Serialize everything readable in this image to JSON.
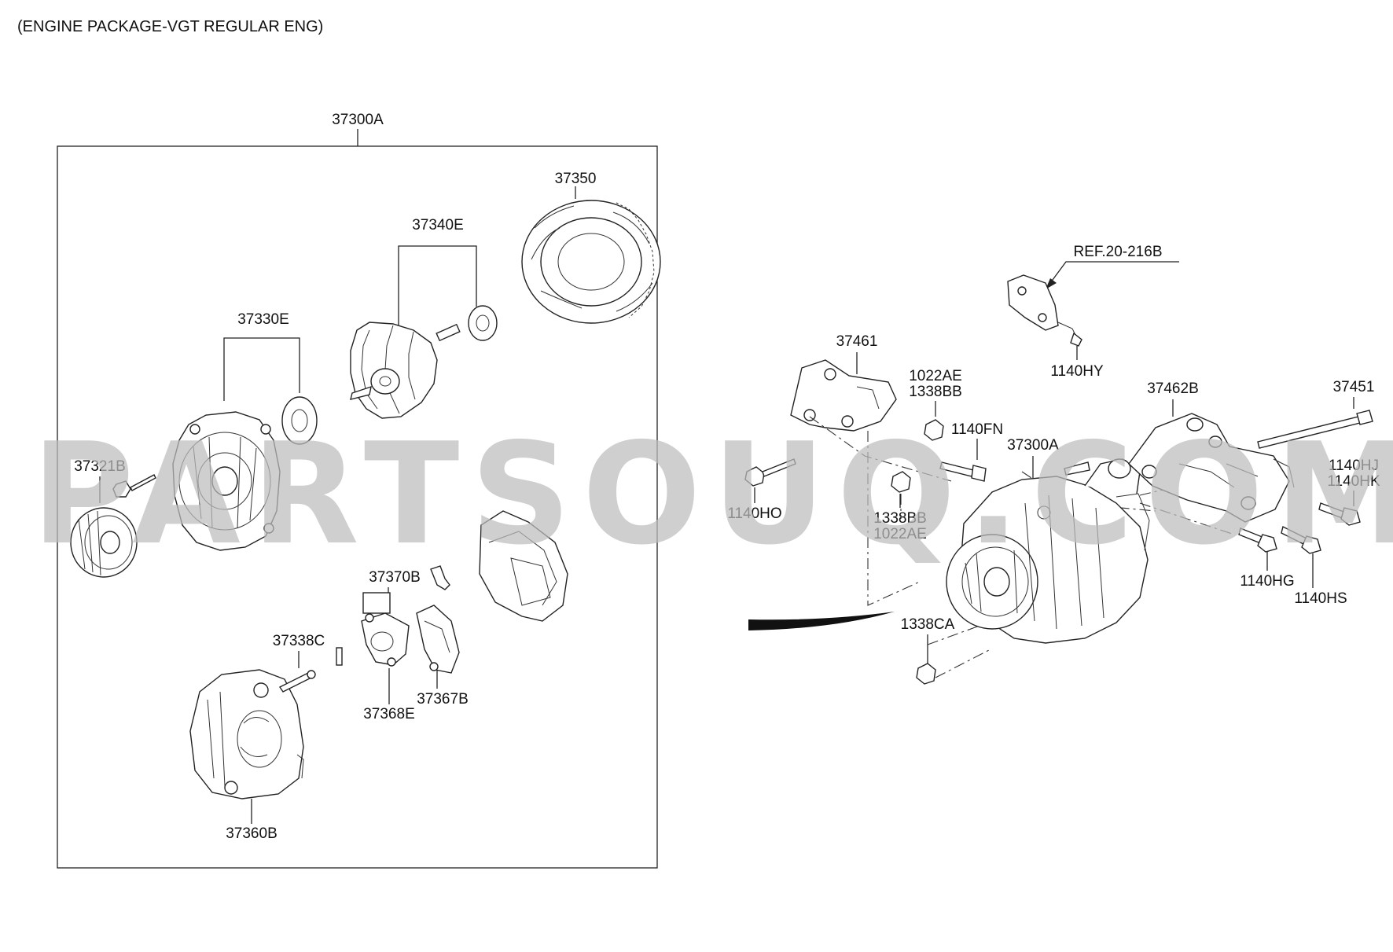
{
  "header": {
    "title": "(ENGINE PACKAGE-VGT REGULAR ENG)"
  },
  "watermark": {
    "text": "PARTSOUQ.COM",
    "color": "#bdbdbd"
  },
  "box": {
    "label": "37300A"
  },
  "callouts": {
    "p37350": "37350",
    "p37340E": "37340E",
    "p37330E": "37330E",
    "p37321B": "37321B",
    "p37370B": "37370B",
    "p37338C": "37338C",
    "p37367B": "37367B",
    "p37368E": "37368E",
    "p37360B": "37360B",
    "ref": "REF.20-216B",
    "p1140HY": "1140HY",
    "p37461": "37461",
    "p1022AE_a": "1022AE",
    "p1338BB_a": "1338BB",
    "p1140FN": "1140FN",
    "p37462B": "37462B",
    "p37451": "37451",
    "p37300A_r": "37300A",
    "p1140HJ": "1140HJ",
    "p1140HK": "1140HK",
    "p1140HO": "1140HO",
    "p1338BB_b": "1338BB",
    "p1022AE_b": "1022AE",
    "p1140HG": "1140HG",
    "p1140HS": "1140HS",
    "p1338CA": "1338CA"
  }
}
